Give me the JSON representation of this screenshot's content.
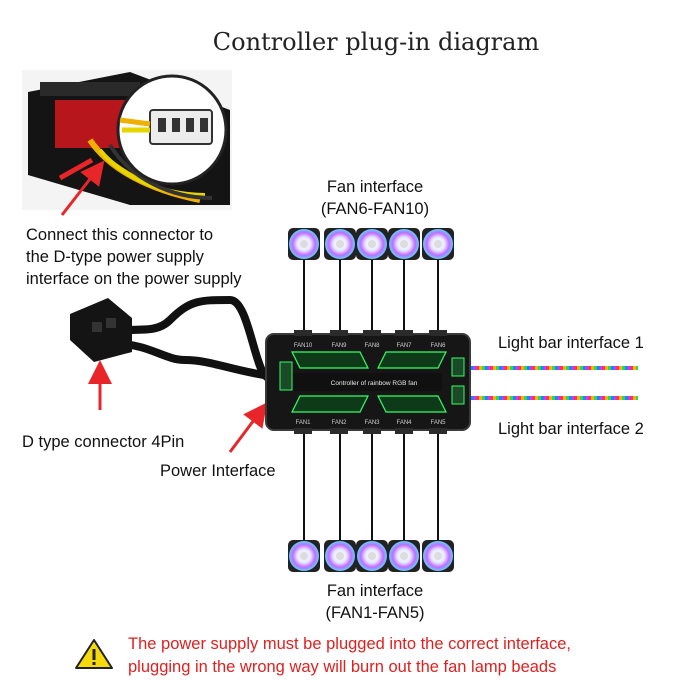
{
  "title": "Controller plug-in diagram",
  "labels": {
    "fan_top_line1": "Fan interface",
    "fan_top_line2": "(FAN6-FAN10)",
    "fan_bottom_line1": "Fan interface",
    "fan_bottom_line2": "(FAN1-FAN5)",
    "psu_connect_line1": "Connect this connector to",
    "psu_connect_line2": "the D-type power supply",
    "psu_connect_line3": "interface on the power supply",
    "d_type": "D type connector 4Pin",
    "power_interface": "Power Interface",
    "light_bar_1": "Light bar interface 1",
    "light_bar_2": "Light bar interface 2"
  },
  "controller": {
    "name": "Controller of rainbow RGB fan",
    "top_ports": [
      "FAN10",
      "FAN9",
      "FAN8",
      "FAN7",
      "FAN6"
    ],
    "bottom_ports": [
      "FAN1",
      "FAN2",
      "FAN3",
      "FAN4",
      "FAN5"
    ]
  },
  "warning": {
    "line1": "The power supply must be plugged into the correct interface,",
    "line2": "plugging in the wrong way will burn out the fan lamp beads",
    "icon": "warning-icon"
  },
  "colors": {
    "arrow": "#e8262a",
    "warning_text": "#e02020",
    "controller_glow": "#33ff66"
  }
}
